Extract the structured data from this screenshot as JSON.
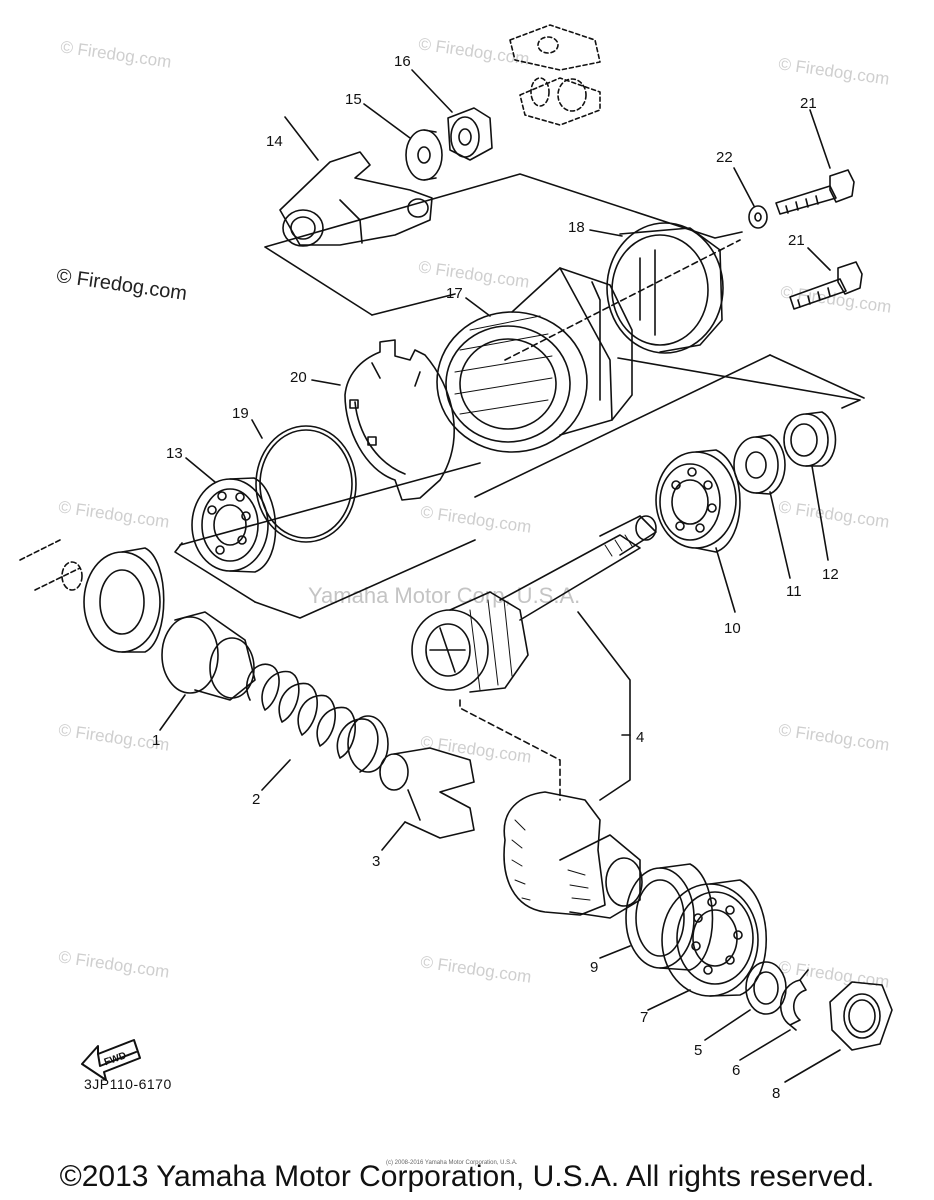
{
  "callouts": [
    {
      "id": "1",
      "label": "1"
    },
    {
      "id": "2",
      "label": "2"
    },
    {
      "id": "3",
      "label": "3"
    },
    {
      "id": "4",
      "label": "4"
    },
    {
      "id": "5",
      "label": "5"
    },
    {
      "id": "6",
      "label": "6"
    },
    {
      "id": "7",
      "label": "7"
    },
    {
      "id": "8",
      "label": "8"
    },
    {
      "id": "9",
      "label": "9"
    },
    {
      "id": "10",
      "label": "10"
    },
    {
      "id": "11",
      "label": "11"
    },
    {
      "id": "12",
      "label": "12"
    },
    {
      "id": "13",
      "label": "13"
    },
    {
      "id": "14",
      "label": "14"
    },
    {
      "id": "15",
      "label": "15"
    },
    {
      "id": "16",
      "label": "16"
    },
    {
      "id": "17",
      "label": "17"
    },
    {
      "id": "18",
      "label": "18"
    },
    {
      "id": "19",
      "label": "19"
    },
    {
      "id": "20",
      "label": "20"
    },
    {
      "id": "21a",
      "label": "21"
    },
    {
      "id": "21b",
      "label": "21"
    },
    {
      "id": "22",
      "label": "22"
    }
  ],
  "watermark": {
    "site": "© Firedog.com",
    "center": "Yamaha Motor Corp, U.S.A."
  },
  "fwd_label": "FWD",
  "part_code": "3JP110-6170",
  "tiny_copyright": "(c) 2008-2016 Yamaha Motor Corporation, U.S.A.",
  "footer_copyright": "©2013 Yamaha Motor Corporation, U.S.A. All rights reserved."
}
